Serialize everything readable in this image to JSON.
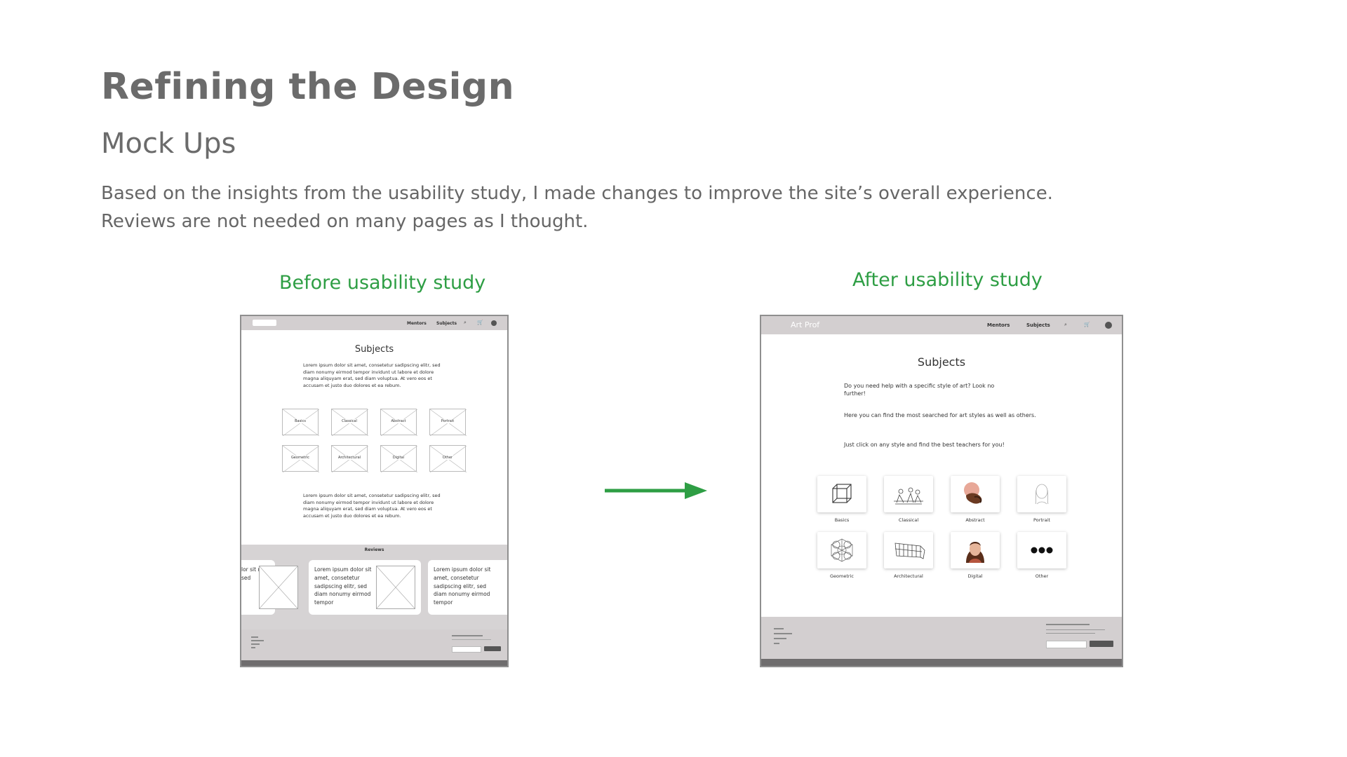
{
  "heading": {
    "title": "Refining the Design",
    "subtitle": "Mock Ups",
    "description": "Based on the insights from the usability study, I made changes to improve the site’s overall experience. Reviews are not needed on many pages as I thought."
  },
  "labels": {
    "before": "Before usability study",
    "after": "After usability study"
  },
  "colors": {
    "accent_green": "#2e9e44",
    "heading_gray": "#6b6b6b",
    "nav_bg": "#d3cfd0"
  },
  "before_mock": {
    "nav": {
      "mentors": "Mentors",
      "subjects": "Subjects"
    },
    "heading": "Subjects",
    "intro": "Lorem ipsum dolor sit amet, consetetur sadipscing elitr, sed diam nonumy eirmod tempor invidunt ut labore et dolore magna aliquyam erat, sed diam voluptua. At vero eos et accusam et justo duo dolores et ea rebum.",
    "tiles": [
      "Basics",
      "Classical",
      "Abstract",
      "Portrait",
      "Geometric",
      "Architectural",
      "Digital",
      "Other"
    ],
    "outro": "Lorem ipsum dolor sit amet, consetetur sadipscing elitr, sed diam nonumy eirmod tempor invidunt ut labore et dolore magna aliquyam erat, sed diam voluptua. At vero eos et accusam et justo duo dolores et ea rebum.",
    "reviews_title": "Reviews",
    "review_left_fragment": "lor sit r sed",
    "review_text": "Lorem ipsum dolor sit amet, consetetur sadipscing elitr, sed diam nonumy eirmod tempor",
    "carousel_active": 2
  },
  "after_mock": {
    "nav": {
      "logo": "Art Prof",
      "mentors": "Mentors",
      "subjects": "Subjects"
    },
    "heading": "Subjects",
    "intro_1": "Do you need help with a specific style of art? Look no further!",
    "intro_2": "Here you can find the most searched for art styles as well as others.",
    "intro_3": "Just click on any style and find the best teachers for you!",
    "tiles": [
      "Basics",
      "Classical",
      "Abstract",
      "Portrait",
      "Geometric",
      "Architectural",
      "Digital",
      "Other"
    ]
  }
}
